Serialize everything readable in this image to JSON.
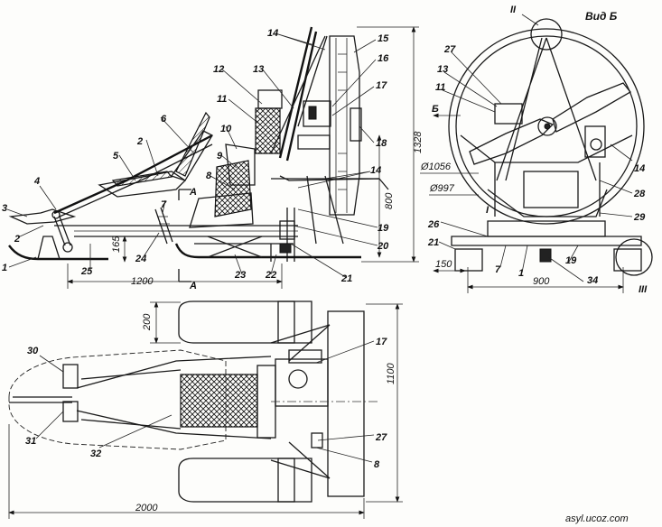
{
  "diagram": {
    "view_title": "Вид Б",
    "section_marker": "А",
    "arrow_b": "Б",
    "roman_marks": [
      "II",
      "I",
      "III"
    ],
    "watermark": "asyl.ucoz.com"
  },
  "dimensions": {
    "side_length": "1200",
    "side_height": "165",
    "fan_height": "800",
    "total_height": "1328",
    "duct_outer": "Ø1056",
    "duct_inner": "Ø997",
    "ski_width": "150",
    "track": "900",
    "plan_ski_width": "200",
    "plan_width": "1100",
    "plan_length": "2000"
  },
  "side_labels": [
    "1",
    "2",
    "2",
    "3",
    "4",
    "5",
    "6",
    "7",
    "8",
    "9",
    "10",
    "11",
    "12",
    "13",
    "14",
    "15",
    "16",
    "17",
    "18",
    "14",
    "19",
    "20",
    "21",
    "22",
    "23",
    "24",
    "25"
  ],
  "front_labels": [
    "27",
    "13",
    "11",
    "14",
    "28",
    "29",
    "26",
    "21",
    "7",
    "1",
    "34",
    "19"
  ],
  "plan_labels": [
    "30",
    "31",
    "32",
    "17",
    "27",
    "8"
  ]
}
